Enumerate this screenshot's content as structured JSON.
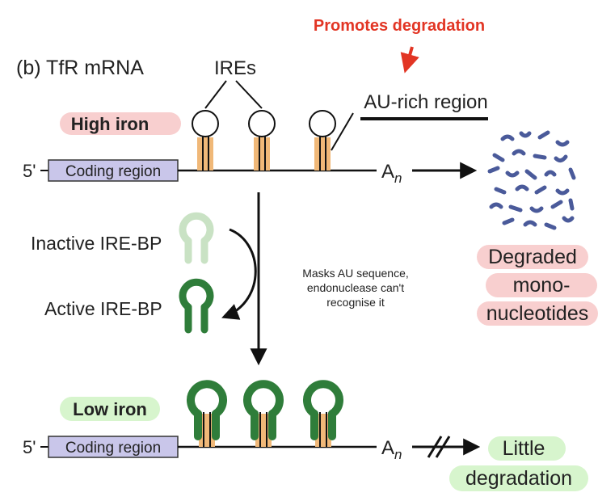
{
  "panel_label": "(b) TfR mRNA",
  "top_strand": {
    "condition": "High iron",
    "five_prime": "5'",
    "coding_region": "Coding region",
    "poly_a_base": "A",
    "poly_a_sub": "n",
    "ires_label": "IREs",
    "au_rich_label": "AU-rich region",
    "promotes_label": "Promotes degradation",
    "result_lines": [
      "Degraded",
      "mono-",
      "nucleotides"
    ]
  },
  "transition": {
    "inactive_label": "Inactive IRE-BP",
    "active_label": "Active IRE-BP",
    "note_lines": [
      "Masks AU sequence,",
      "endonuclease can't",
      "recognise it"
    ]
  },
  "bottom_strand": {
    "condition": "Low iron",
    "five_prime": "5'",
    "coding_region": "Coding region",
    "poly_a_base": "A",
    "poly_a_sub": "n",
    "result_lines": [
      "Little",
      "degradation"
    ]
  },
  "colors": {
    "coding_fill": "#c9c6ea",
    "stem": "#f0b878",
    "active_bp": "#2f7d3a",
    "inactive_bp": "#c9e2c4",
    "high_highlight": "#f8cfcf",
    "low_highlight": "#d7f5cd",
    "promote_red": "#e23524",
    "degraded_dots": "#4a5a9a"
  }
}
